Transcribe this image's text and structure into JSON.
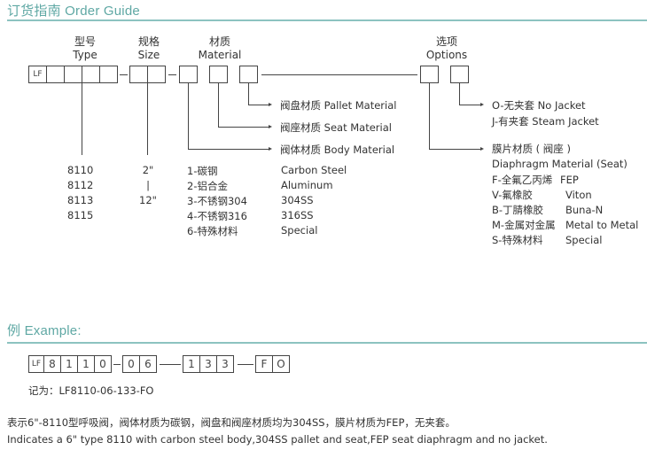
{
  "order_guide": {
    "title": "订货指南 Order Guide",
    "headers": {
      "type_cn": "型号",
      "type_en": "Type",
      "size_cn": "规格",
      "size_en": "Size",
      "material_cn": "材质",
      "material_en": "Material",
      "options_cn": "选项",
      "options_en": "Options"
    },
    "prefix_box": "LF",
    "callouts": {
      "pallet": "阀盘材质 Pallet Material",
      "seat": "阀座材质 Seat Material",
      "body": "阀体材质 Body Material",
      "jacket_o": "O-无夹套 No Jacket",
      "jacket_j": "J-有夹套 Steam Jacket",
      "diaphragm_cn": "膜片材质 ( 阀座 )",
      "diaphragm_en": "Diaphragm Material (Seat)"
    },
    "types": [
      "8110",
      "8112",
      "8113",
      "8115"
    ],
    "sizes": {
      "min": "2\"",
      "sep": "|",
      "max": "12\""
    },
    "body_materials": [
      {
        "code": "1-碳钢",
        "en": "Carbon Steel"
      },
      {
        "code": "2-铝合金",
        "en": "Aluminum"
      },
      {
        "code": "3-不锈钢304",
        "en": "304SS"
      },
      {
        "code": "4-不锈钢316",
        "en": "316SS"
      },
      {
        "code": "6-特殊材料",
        "en": "Special"
      }
    ],
    "diaphragm_materials": [
      {
        "code": "F-全氟乙丙烯",
        "en": "FEP"
      },
      {
        "code": "V-氟橡胶",
        "en": "Viton"
      },
      {
        "code": "B-丁腈橡胶",
        "en": "Buna-N"
      },
      {
        "code": "M-金属对金属",
        "en": "Metal to Metal"
      },
      {
        "code": "S-特殊材料",
        "en": "Special"
      }
    ]
  },
  "example": {
    "title": "例 Example:",
    "boxes": [
      "LF",
      "8",
      "1",
      "1",
      "0",
      "0",
      "6",
      "1",
      "3",
      "3",
      "F",
      "O"
    ],
    "recorded_as": "记为：LF8110-06-133-FO",
    "desc_cn": "表示6\"-8110型呼吸阀，阀体材质为碳钢，阀盘和阀座材质均为304SS，膜片材质为FEP，无夹套。",
    "desc_en": "Indicates a 6\" type 8110 with carbon steel body,304SS pallet and seat,FEP seat diaphragm and no jacket."
  },
  "colors": {
    "accent": "#5fa8a4",
    "rule": "#8cc3c0",
    "line": "#444444"
  }
}
